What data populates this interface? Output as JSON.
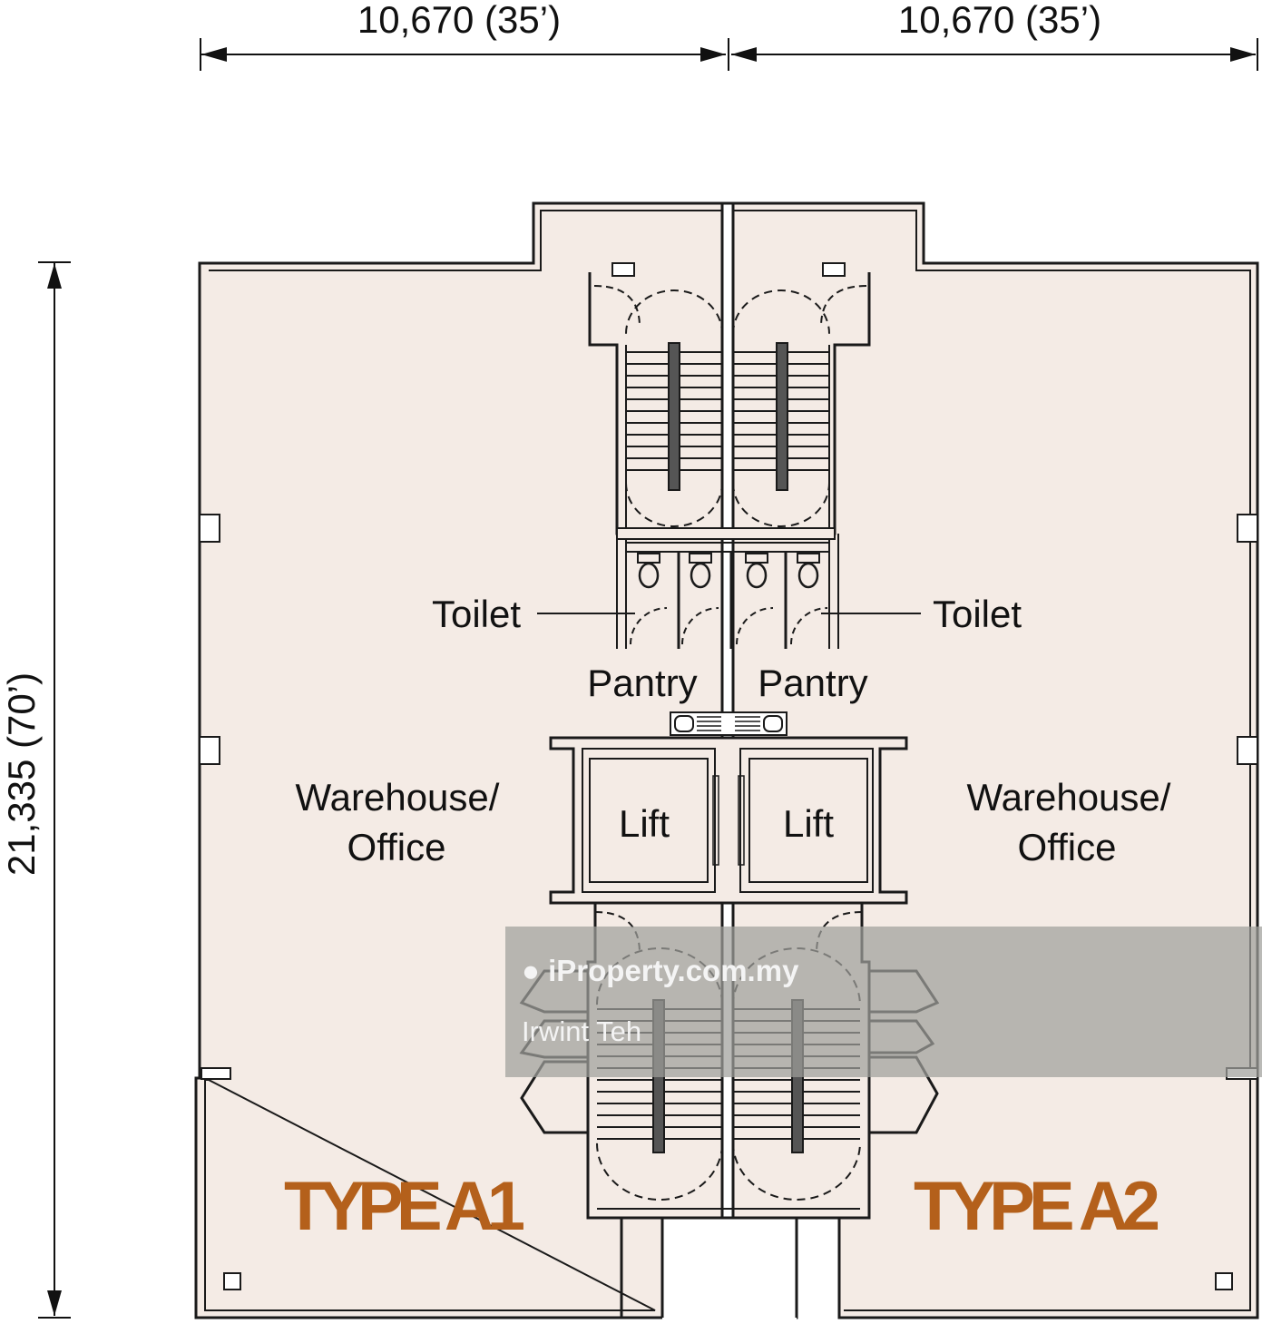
{
  "dimensions": {
    "width_left": "10,670 (35’)",
    "width_right": "10,670 (35’)",
    "depth": "21,335 (70’)"
  },
  "rooms": {
    "toilet_left": "Toilet",
    "toilet_right": "Toilet",
    "pantry_left": "Pantry",
    "pantry_right": "Pantry",
    "lift_left": "Lift",
    "lift_right": "Lift",
    "warehouse_left_line1": "Warehouse/",
    "warehouse_left_line2": "Office",
    "warehouse_right_line1": "Warehouse/",
    "warehouse_right_line2": "Office"
  },
  "types": {
    "left": "TYPE A1",
    "right": "TYPE A2"
  },
  "watermark": {
    "site": "iProperty.com.my",
    "user": "Irwint Teh"
  },
  "colors": {
    "floor_fill": "#f4ebe5",
    "type_label": "#b4601b",
    "line": "#1a1a1a"
  }
}
